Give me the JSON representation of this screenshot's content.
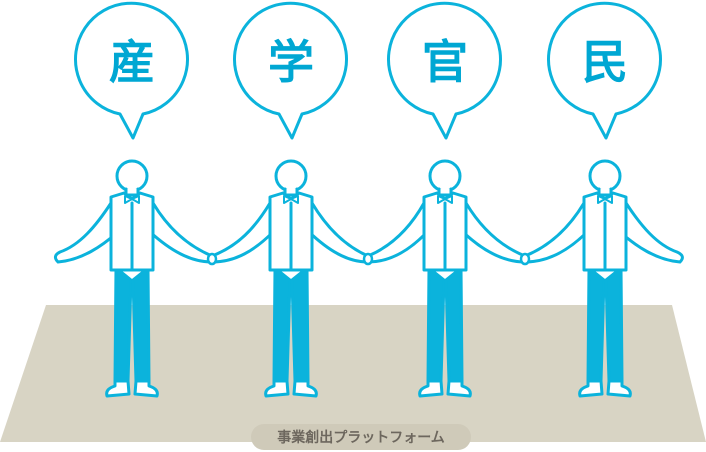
{
  "colors": {
    "accent": "#0bb3dc",
    "accent_dark": "#00a7d3",
    "platform": "#d8d4c4",
    "label_bg": "#cfcab9",
    "label_text": "#6d675e"
  },
  "bubbles": [
    {
      "char": "産"
    },
    {
      "char": "学"
    },
    {
      "char": "官"
    },
    {
      "char": "民"
    }
  ],
  "platform_label": "事業創出プラットフォーム"
}
